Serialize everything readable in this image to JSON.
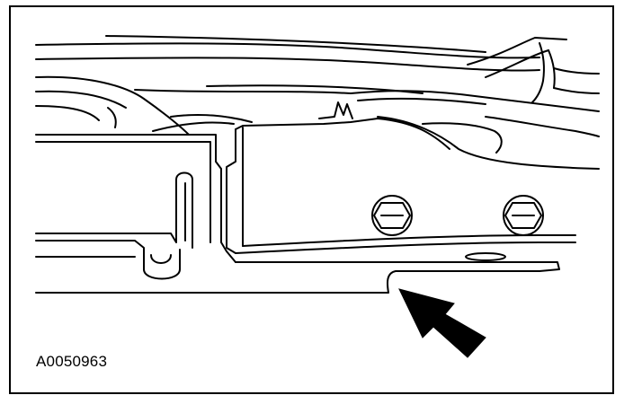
{
  "figure": {
    "reference_code": "A0050963",
    "colors": {
      "line": "#000000",
      "background": "#ffffff",
      "arrow": "#000000"
    },
    "components": [
      "upper-panel",
      "bracket",
      "frame-rail",
      "bolt",
      "bolt",
      "pointer-arrow"
    ]
  }
}
